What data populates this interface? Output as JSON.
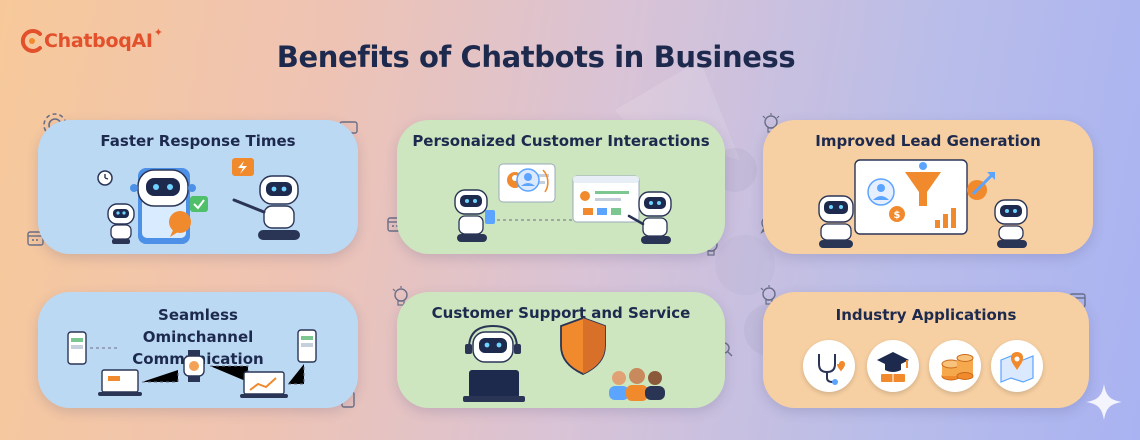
{
  "brand": {
    "name": "ChatboqAI"
  },
  "page": {
    "title": "Benefits of Chatbots in Business"
  },
  "cards": [
    {
      "title": "Faster Response Times"
    },
    {
      "title": "Personaized Customer Interactions"
    },
    {
      "title": "Improved Lead Generation"
    },
    {
      "title": "Seamless Ominchannel Communication"
    },
    {
      "title": "Customer Support and Service"
    },
    {
      "title": "Industry Applications"
    }
  ],
  "industry_icons": [
    "stethoscope-heart-icon",
    "graduation-cap-book-icon",
    "coin-stack-icon",
    "map-pin-icon"
  ],
  "colors": {
    "brand": "#e2502c",
    "title": "#1d2a4e",
    "card_blue": "#bcd9f3",
    "card_green": "#cde6bf",
    "card_peach": "#f6cfa2",
    "accent_orange": "#f08a2c"
  }
}
